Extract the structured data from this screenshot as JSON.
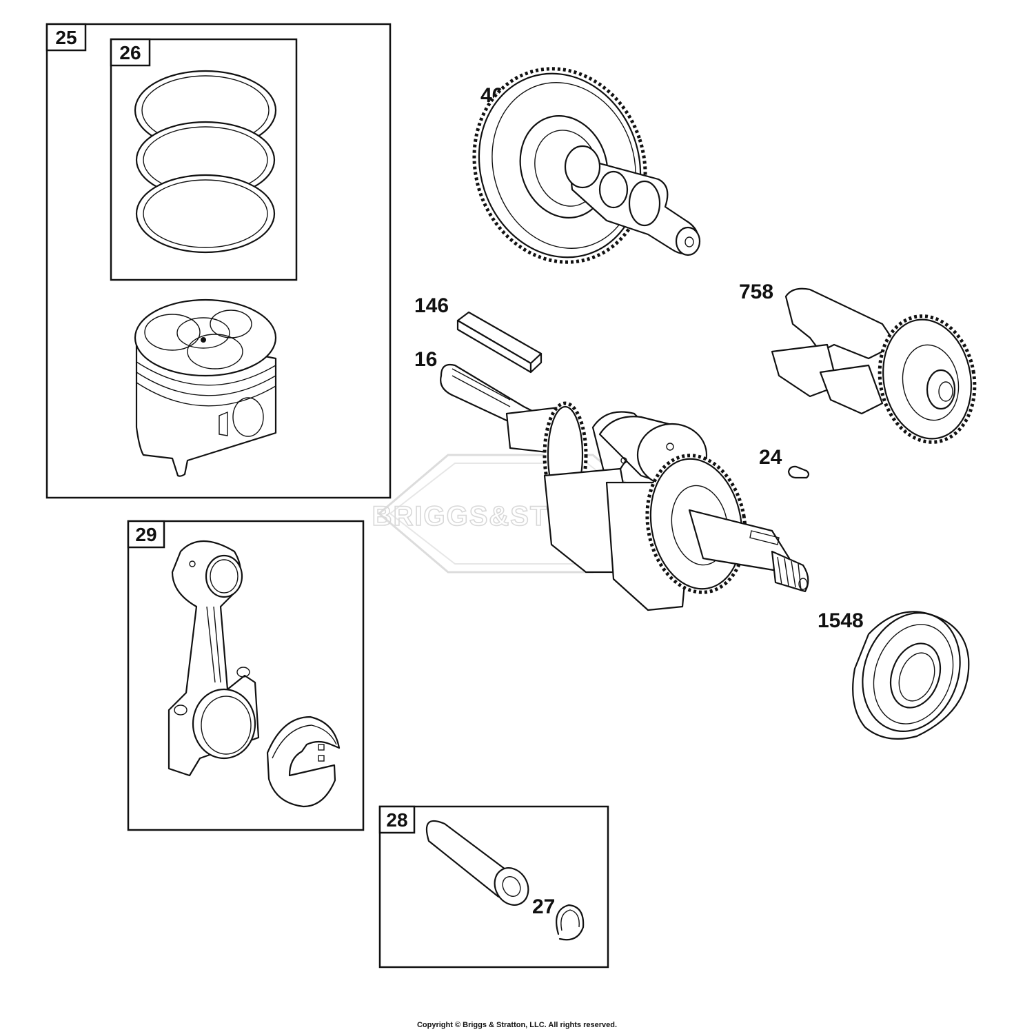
{
  "boxes": {
    "b25": "25",
    "b26": "26",
    "b29": "29",
    "b28": "28"
  },
  "callouts": {
    "p46": "46",
    "p146": "146",
    "p16": "16",
    "p758": "758",
    "p24": "24",
    "p1548": "1548",
    "p27": "27"
  },
  "watermark": "BRIGGS&STRATTON",
  "copyright": "Copyright © Briggs & Stratton, LLC. All rights reserved."
}
